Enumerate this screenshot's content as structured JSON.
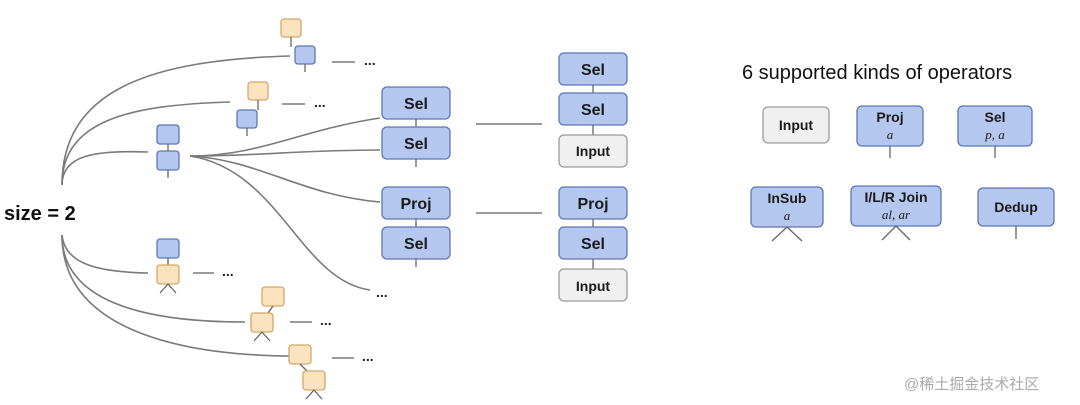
{
  "size_label": "size = 2",
  "ellipsis": "...",
  "middle_column": {
    "group1": [
      "Sel",
      "Sel"
    ],
    "group2": [
      "Proj",
      "Sel"
    ]
  },
  "right_column": {
    "group1": [
      "Sel",
      "Sel",
      "Input"
    ],
    "group2": [
      "Proj",
      "Sel",
      "Input"
    ]
  },
  "operators_panel": {
    "title": "6 supported kinds of operators",
    "operators": [
      {
        "name": "Input",
        "param": ""
      },
      {
        "name": "Proj",
        "param": "a"
      },
      {
        "name": "Sel",
        "param": "p, a"
      },
      {
        "name": "InSub",
        "param": "a"
      },
      {
        "name": "I/L/R Join",
        "param": "al, ar"
      },
      {
        "name": "Dedup",
        "param": ""
      }
    ]
  },
  "watermark": "@稀土掘金技术社区",
  "colors": {
    "operator_blue": "#b4c7ef",
    "input_gray": "#f0f0f0",
    "small_node_yellow": "#fbe3c0"
  }
}
